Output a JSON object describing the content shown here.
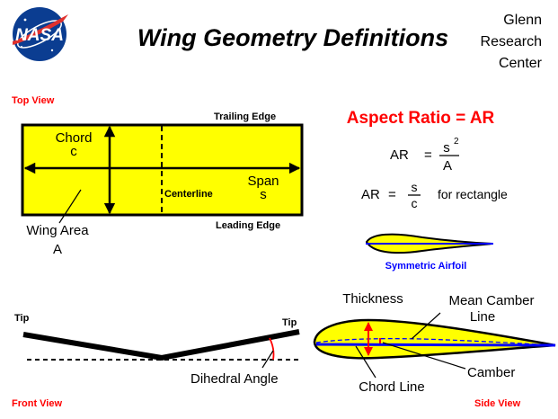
{
  "header": {
    "logo_text": "NASA",
    "title": "Wing Geometry Definitions",
    "org_line1": "Glenn",
    "org_line2": "Research",
    "org_line3": "Center"
  },
  "top_view": {
    "label": "Top View",
    "trailing_edge": "Trailing Edge",
    "leading_edge": "Leading Edge",
    "chord_label": "Chord",
    "chord_symbol": "c",
    "span_label": "Span",
    "span_symbol": "s",
    "centerline": "Centerline",
    "area_label": "Wing Area",
    "area_symbol": "A"
  },
  "aspect_ratio": {
    "title": "Aspect Ratio = AR",
    "f1_lhs": "AR",
    "f1_eq": "=",
    "f1_num": "s",
    "f1_exp": "2",
    "f1_den": "A",
    "f2_lhs": "AR",
    "f2_eq": "=",
    "f2_num": "s",
    "f2_den": "c",
    "f2_note": "for rectangle"
  },
  "symmetric_airfoil": {
    "label": "Symmetric Airfoil"
  },
  "front_view": {
    "label": "Front View",
    "tip_left": "Tip",
    "tip_right": "Tip",
    "dihedral": "Dihedral Angle"
  },
  "side_view": {
    "label": "Side View",
    "thickness": "Thickness",
    "mean_camber_1": "Mean Camber",
    "mean_camber_2": "Line",
    "camber": "Camber",
    "chord_line": "Chord Line"
  },
  "colors": {
    "wing_fill": "#ffff00",
    "accent_red": "#ff0000",
    "chord_blue": "#0000ff",
    "ink": "#000000",
    "nasa_blue": "#0b3d91"
  }
}
